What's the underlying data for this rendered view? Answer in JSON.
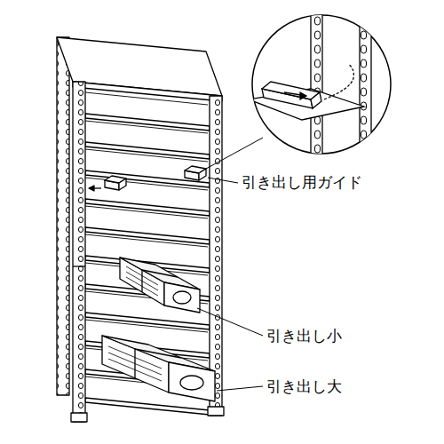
{
  "diagram": {
    "labels": [
      "引き出し用ガイド",
      "引き出し小",
      "引き出し大"
    ]
  }
}
